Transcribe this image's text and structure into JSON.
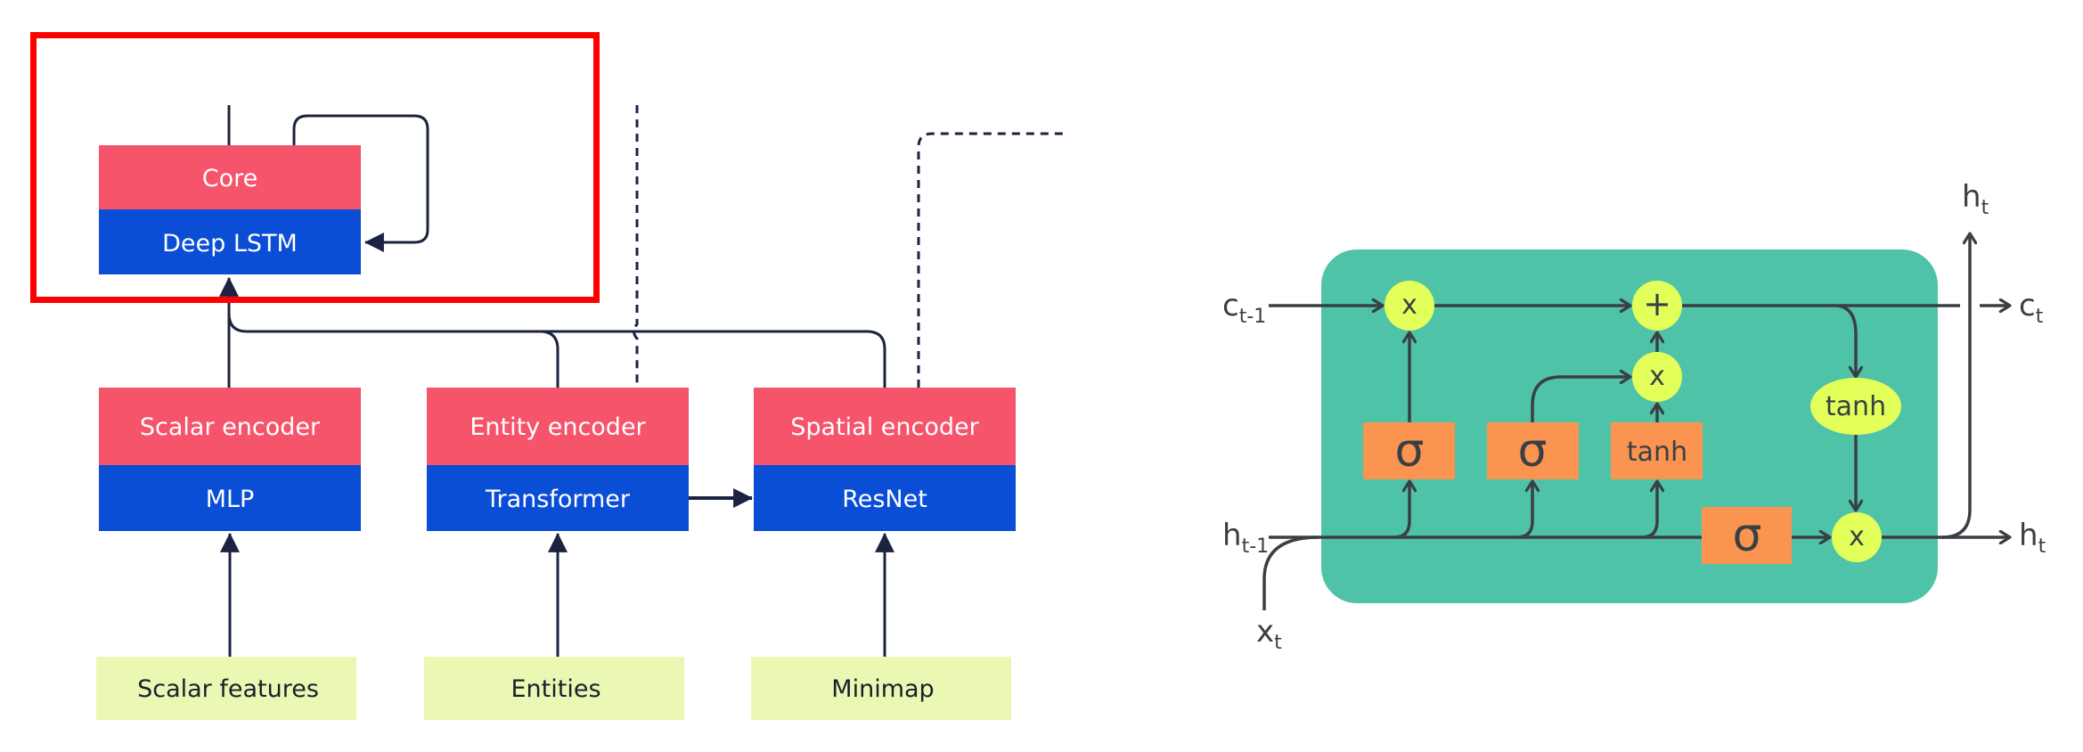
{
  "colors": {
    "encoder_top": "#F5546B",
    "encoder_bottom": "#0A4ED6",
    "input_box": "#EAF8B4",
    "arrow_dark": "#1B2340",
    "highlight_box": "#FF0000",
    "lstm_cell": "#4FC3A7",
    "lstm_gate": "#FA9450",
    "lstm_pointwise": "#E3FF5A",
    "lstm_line": "#3A3F44"
  },
  "architecture": {
    "core": {
      "title": "Core",
      "subtitle": "Deep LSTM"
    },
    "encoders": [
      {
        "title": "Scalar encoder",
        "subtitle": "MLP",
        "input": "Scalar features"
      },
      {
        "title": "Entity encoder",
        "subtitle": "Transformer",
        "input": "Entities"
      },
      {
        "title": "Spatial encoder",
        "subtitle": "ResNet",
        "input": "Minimap"
      }
    ],
    "highlight": "core"
  },
  "lstm_cell": {
    "inputs": {
      "c_prev": {
        "main": "c",
        "sub": "t-1"
      },
      "h_prev": {
        "main": "h",
        "sub": "t-1"
      },
      "x": {
        "main": "x",
        "sub": "t"
      }
    },
    "outputs": {
      "c": {
        "main": "c",
        "sub": "t"
      },
      "h_right": {
        "main": "h",
        "sub": "t"
      },
      "h_top": {
        "main": "h",
        "sub": "t"
      }
    },
    "gates": [
      {
        "id": "forget",
        "label": "σ"
      },
      {
        "id": "input",
        "label": "σ"
      },
      {
        "id": "candidate",
        "label": "tanh"
      },
      {
        "id": "output",
        "label": "σ"
      }
    ],
    "pointwise": [
      {
        "id": "forget-mult",
        "label": "x"
      },
      {
        "id": "cell-add",
        "label": "+"
      },
      {
        "id": "input-mult",
        "label": "x"
      },
      {
        "id": "cell-tanh",
        "label": "tanh"
      },
      {
        "id": "output-mult",
        "label": "x"
      }
    ]
  }
}
